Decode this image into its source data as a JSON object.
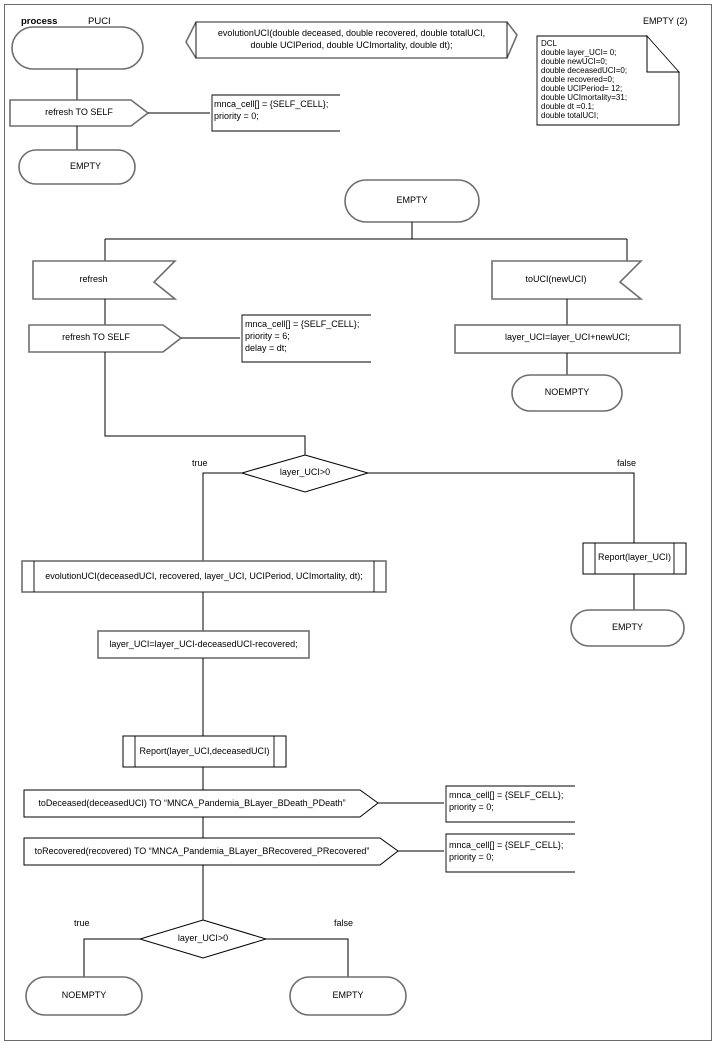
{
  "diagram": {
    "type": "SDL process diagram",
    "header": {
      "keyword": "process",
      "name": "PUCI",
      "page_label": "EMPTY (2)"
    },
    "declaration": {
      "title": "DCL",
      "lines": [
        "double layer_UCI= 0;",
        "double newUCI=0;",
        "double deceasedUCI=0;",
        "double recovered=0;",
        "double UCIPeriod= 12;",
        "double UCImortality=31;",
        "double dt =0.1;",
        "double totalUCI;"
      ]
    },
    "procedure_decl": {
      "line1": "evolutionUCI(double deceased, double recovered, double totalUCI,",
      "line2": "double UCIPeriod, double UCImortality, double dt);"
    },
    "nodes": {
      "start_state": "",
      "out_refresh_self_1": "refresh TO SELF",
      "state_empty_1": "EMPTY",
      "state_empty_2": "EMPTY",
      "in_refresh": "refresh",
      "out_refresh_self_2": "refresh TO SELF",
      "in_toUCI": "toUCI(newUCI)",
      "task_layer_add": "layer_UCI=layer_UCI+newUCI;",
      "state_noempty_1": "NOEMPTY",
      "decision_1": "layer_UCI>0",
      "decision_1_true": "true",
      "decision_1_false": "false",
      "proc_evolution": "evolutionUCI(deceasedUCI, recovered, layer_UCI, UCIPeriod, UCImortality, dt);",
      "task_layer_sub": "layer_UCI=layer_UCI-deceasedUCI-recovered;",
      "proc_report_2": "Report(layer_UCI,deceasedUCI)",
      "proc_report_1": "Report(layer_UCI)",
      "state_empty_3": "EMPTY",
      "out_deceased": "toDeceased(deceasedUCI) TO “MNCA_Pandemia_BLayer_BDeath_PDeath”",
      "out_recovered": "toRecovered(recovered) TO “MNCA_Pandemia_BLayer_BRecovered_PRecovered”",
      "decision_2": "layer_UCI>0",
      "decision_2_true": "true",
      "decision_2_false": "false",
      "state_noempty_2": "NOEMPTY",
      "state_empty_4": "EMPTY"
    },
    "comments": {
      "c1": [
        "mnca_cell[] = {SELF_CELL};",
        "priority = 0;"
      ],
      "c2": [
        "mnca_cell[] = {SELF_CELL};",
        "priority = 6;",
        "delay = dt;"
      ],
      "c3": [
        "mnca_cell[] = {SELF_CELL};",
        "priority = 0;"
      ],
      "c4": [
        "mnca_cell[] = {SELF_CELL};",
        "priority = 0;"
      ]
    },
    "colors": {
      "outline": "#000000",
      "frame": "#6b6b6b",
      "shadow": "#6e6e6e",
      "background": "#ffffff"
    }
  }
}
